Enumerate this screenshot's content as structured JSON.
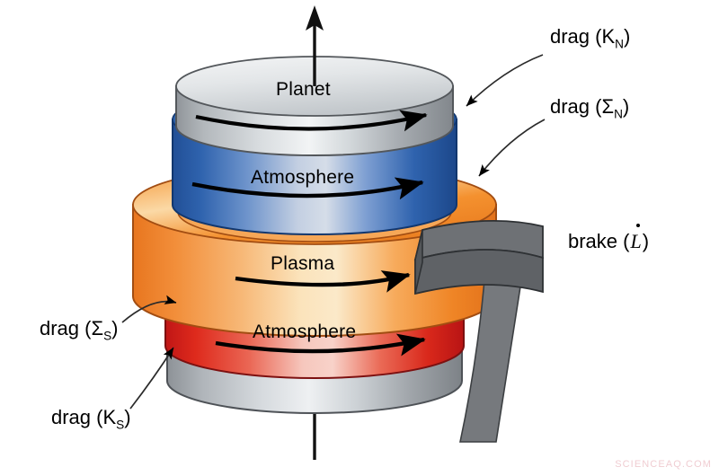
{
  "figure": {
    "type": "schematic-diagram",
    "subject": "Planet-atmosphere-plasma angular momentum coupling with external brake",
    "background_color": "#ffffff"
  },
  "layers": [
    {
      "id": "planet-top",
      "label": "Planet",
      "color": "#c9cdd1",
      "edge_color": "#5d6165",
      "has_rotation_arrow": true
    },
    {
      "id": "atmosphere-north",
      "label": "Atmosphere",
      "color": "#2a5fa8",
      "edge_color": "#123a72",
      "has_rotation_arrow": true
    },
    {
      "id": "plasma",
      "label": "Plasma",
      "color": "#f08a34",
      "edge_color": "#b25516",
      "has_rotation_arrow": true
    },
    {
      "id": "atmosphere-south",
      "label": "Atmosphere",
      "color": "#d41f1f",
      "edge_color": "#8e1010",
      "has_rotation_arrow": true
    },
    {
      "id": "planet-bottom",
      "label": "",
      "color": "#b9bec3",
      "edge_color": "#5d6165",
      "has_rotation_arrow": false
    }
  ],
  "callouts": [
    {
      "id": "drag-kn",
      "text_prefix": "drag (K",
      "subscript": "N",
      "text_suffix": ")",
      "target": "planet / northern atmosphere boundary"
    },
    {
      "id": "drag-sigma-n",
      "text_prefix": "drag (Σ",
      "subscript": "N",
      "text_suffix": ")",
      "target": "northern atmosphere / plasma boundary"
    },
    {
      "id": "drag-sigma-s",
      "text_prefix": "drag (Σ",
      "subscript": "S",
      "text_suffix": ")",
      "target": "plasma / southern atmosphere boundary"
    },
    {
      "id": "drag-ks",
      "text_prefix": "drag (K",
      "subscript": "S",
      "text_suffix": ")",
      "target": "southern atmosphere / planet boundary"
    },
    {
      "id": "brake",
      "text_prefix": "brake (",
      "symbol": "L̇",
      "text_suffix": ")",
      "target": "plasma disk outer rim",
      "color": "#6f7276"
    }
  ],
  "axis": {
    "id": "rotation-axis",
    "color": "#111111",
    "top_arrowhead": true,
    "bottom_arrowhead": false
  },
  "watermark": {
    "text": "SCIENCEAQ.COM",
    "color": "#f0cdd2"
  }
}
